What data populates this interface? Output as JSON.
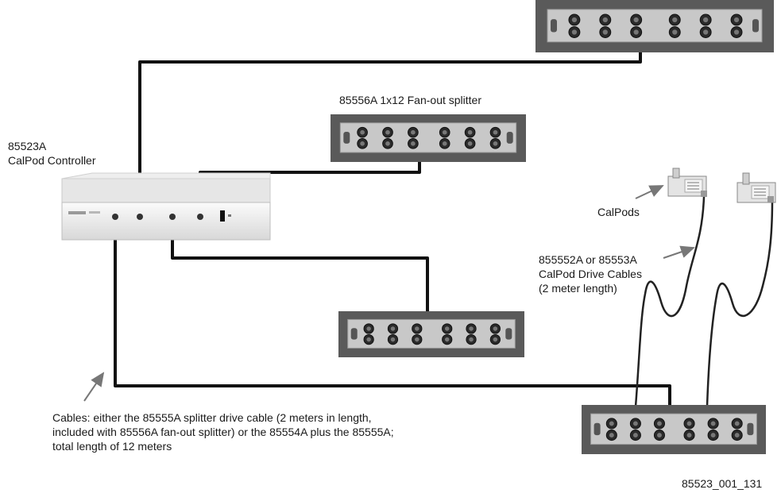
{
  "labels": {
    "controller": [
      "85523A",
      "CalPod Controller"
    ],
    "splitter": "85556A 1x12 Fan-out splitter",
    "calpods": "CalPods",
    "drive_cables": [
      "855552A or 85553A",
      "CalPod Drive Cables",
      "(2 meter length)"
    ],
    "cables_note": [
      "Cables: either the 85555A splitter drive cable (2 meters in length,",
      "included with 85556A fan-out splitter) or the 85554A plus the 85555A;",
      "total length of 12 meters"
    ],
    "figure_id": "85523_001_131"
  },
  "colors": {
    "cable": "#111111",
    "device_body": "#f2f2f2",
    "splitter_bg": "#5a5a5a",
    "plate": "#c8c8c8",
    "connector": "#2a2a2a",
    "arrow": "#777777"
  }
}
